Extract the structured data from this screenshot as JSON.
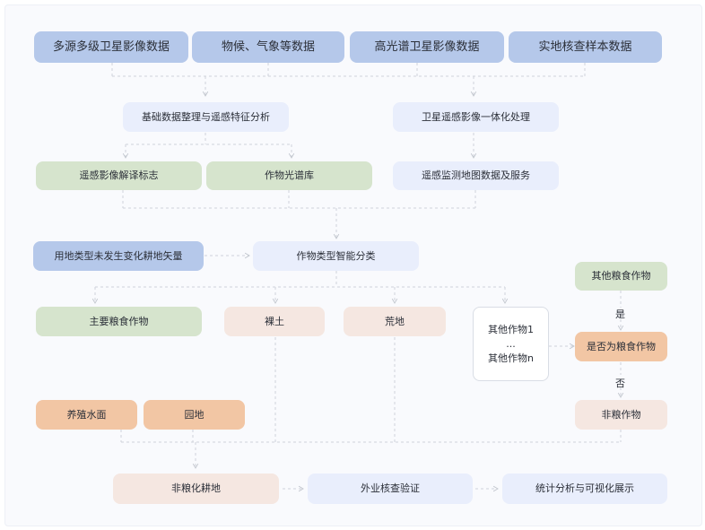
{
  "sources": {
    "multi_satellite": "多源多级卫星影像数据",
    "phenology": "物候、气象等数据",
    "hyperspectral": "高光谱卫星影像数据",
    "field_samples": "实地核查样本数据"
  },
  "processing": {
    "basic_analysis": "基础数据整理与遥感特征分析",
    "integration": "卫星遥感影像一体化处理",
    "interpretation_marks": "遥感影像解译标志",
    "spectral_library": "作物光谱库",
    "monitoring_service": "遥感监测地图数据及服务"
  },
  "classification": {
    "unchanged_vector": "用地类型未发生变化耕地矢量",
    "smart_classification": "作物类型智能分类"
  },
  "classes": {
    "main_grain": "主要粮食作物",
    "bare_soil": "裸土",
    "wasteland": "荒地",
    "other_crop_1": "其他作物1",
    "ellipsis": "...",
    "other_crop_n": "其他作物n",
    "other_grain": "其他粮食作物",
    "is_grain_question": "是否为粮食作物",
    "yes": "是",
    "no": "否",
    "non_grain_crop": "非粮作物",
    "aquaculture": "养殖水面",
    "orchard": "园地"
  },
  "outputs": {
    "non_grain_farmland": "非粮化耕地",
    "field_verification": "外业核查验证",
    "statistics_display": "统计分析与可视化展示"
  }
}
